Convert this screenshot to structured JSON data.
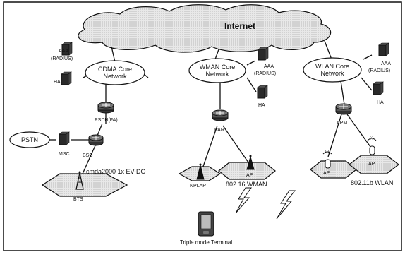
{
  "labels": {
    "internet": "Internet",
    "cdma_core": [
      "CDMA Core",
      "Network"
    ],
    "wman_core": [
      "WMAN Core",
      "Network"
    ],
    "wlan_core": [
      "WLAN Core",
      "Network"
    ],
    "aaa": "AAA",
    "radius": "(RADIUS)",
    "ha": "HA",
    "pdsn": "PSDN(FA)",
    "par": "PAR",
    "apm": "APM",
    "pstn": "PSTN",
    "msc": "MSC",
    "bsc": "BSC",
    "cdma_access": "cmda2000 1x EV-DO",
    "bts": "BTS",
    "wman_access": "802.16 WMAN",
    "wlan_access": "802.11b WLAN",
    "wman_ap1": "NPLAP",
    "wman_ap2": "AP",
    "wlan_ap1": "AP",
    "wlan_ap2": "AP",
    "terminal": "Triple mode Terminal"
  },
  "colors": {
    "line": "#111111",
    "cloud_fill": "#e3e3e3",
    "bg": "#ffffff"
  },
  "icons": [
    "server-icon",
    "router-icon",
    "antenna-tower-icon",
    "access-point-icon",
    "lightning-icon",
    "mobile-terminal-icon"
  ]
}
